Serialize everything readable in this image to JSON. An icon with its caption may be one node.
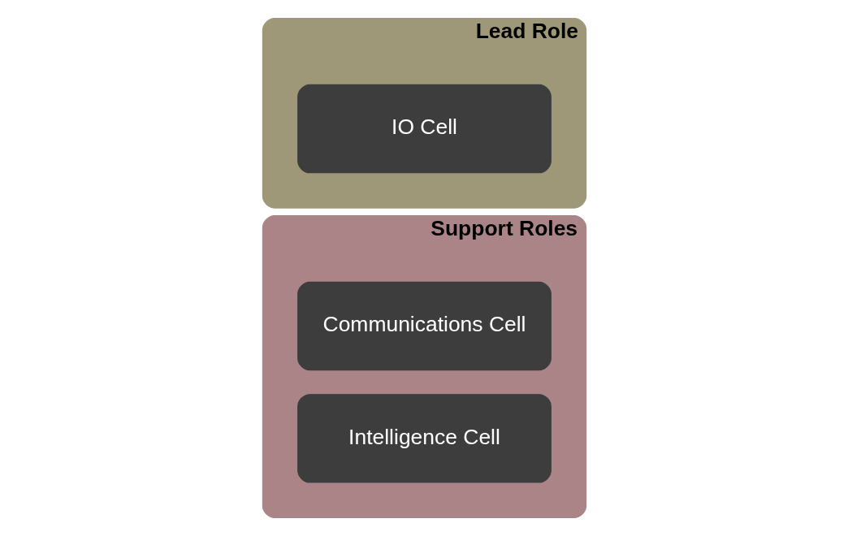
{
  "diagram": {
    "nodes": [
      {
        "text": [
          "Lead Role"
        ]
      },
      {
        "text": [
          "IO Cell"
        ],
        "in": 0
      },
      {
        "text": [
          "Support Roles"
        ]
      },
      {
        "text": [
          "Communications Cell"
        ],
        "in": 2
      },
      {
        "text": [
          "Intelligence Cell"
        ],
        "in": 2
      }
    ]
  }
}
